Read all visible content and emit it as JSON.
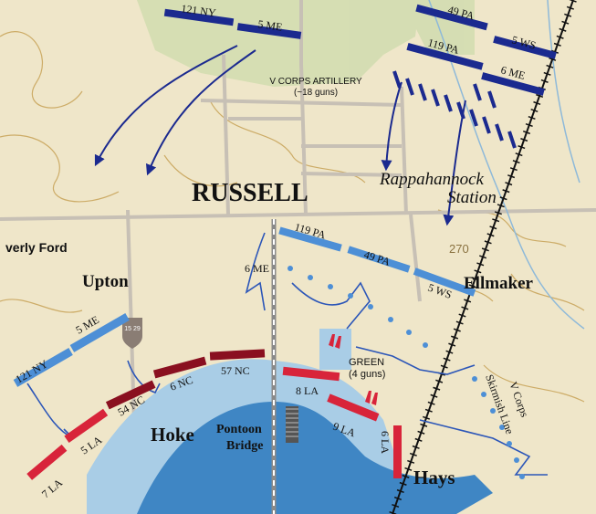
{
  "map": {
    "place_labels": {
      "russell": "RUSSELL",
      "rappahannock_line1": "Rappahannock",
      "rappahannock_line2": "Station",
      "kellys_ford": "verly Ford",
      "upton": "Upton",
      "ellmaker": "Ellmaker",
      "hoke": "Hoke",
      "hays": "Hays",
      "pontoon_line1": "Pontoon",
      "pontoon_line2": "Bridge",
      "v_corps_artillery_line1": "V CORPS ARTILLERY",
      "v_corps_artillery_line2": "(~18 guns)",
      "v_corps_skirmish_line1": "V Corps",
      "v_corps_skirmish_line2": "Skirmish Line",
      "green_line1": "GREEN",
      "green_line2": "(4 guns)",
      "elevation_270": "270",
      "route_shield": "15 29"
    },
    "union_top_units": [
      "121 NY",
      "5 ME",
      "49 PA",
      "119 PA",
      "5 WS",
      "6 ME"
    ],
    "union_mid_units": [
      "119 PA",
      "49 PA",
      "5 WS",
      "6 ME"
    ],
    "union_left_units": [
      "121 NY",
      "5 ME"
    ],
    "confederate_units": [
      "57 NC",
      "6 NC",
      "54 NC",
      "5 LA",
      "7 LA",
      "8 LA",
      "9 LA",
      "6 LA"
    ],
    "colors": {
      "land": "#efe6c9",
      "river": "#3f86c4",
      "river_light": "#a9cde6",
      "union_dark": "#1b2a8f",
      "union_light": "#4d8fd6",
      "confederate_red": "#d8243a",
      "confederate_dark": "#8a1020",
      "road": "#c7c0b5",
      "contour": "#c9a55c"
    }
  }
}
